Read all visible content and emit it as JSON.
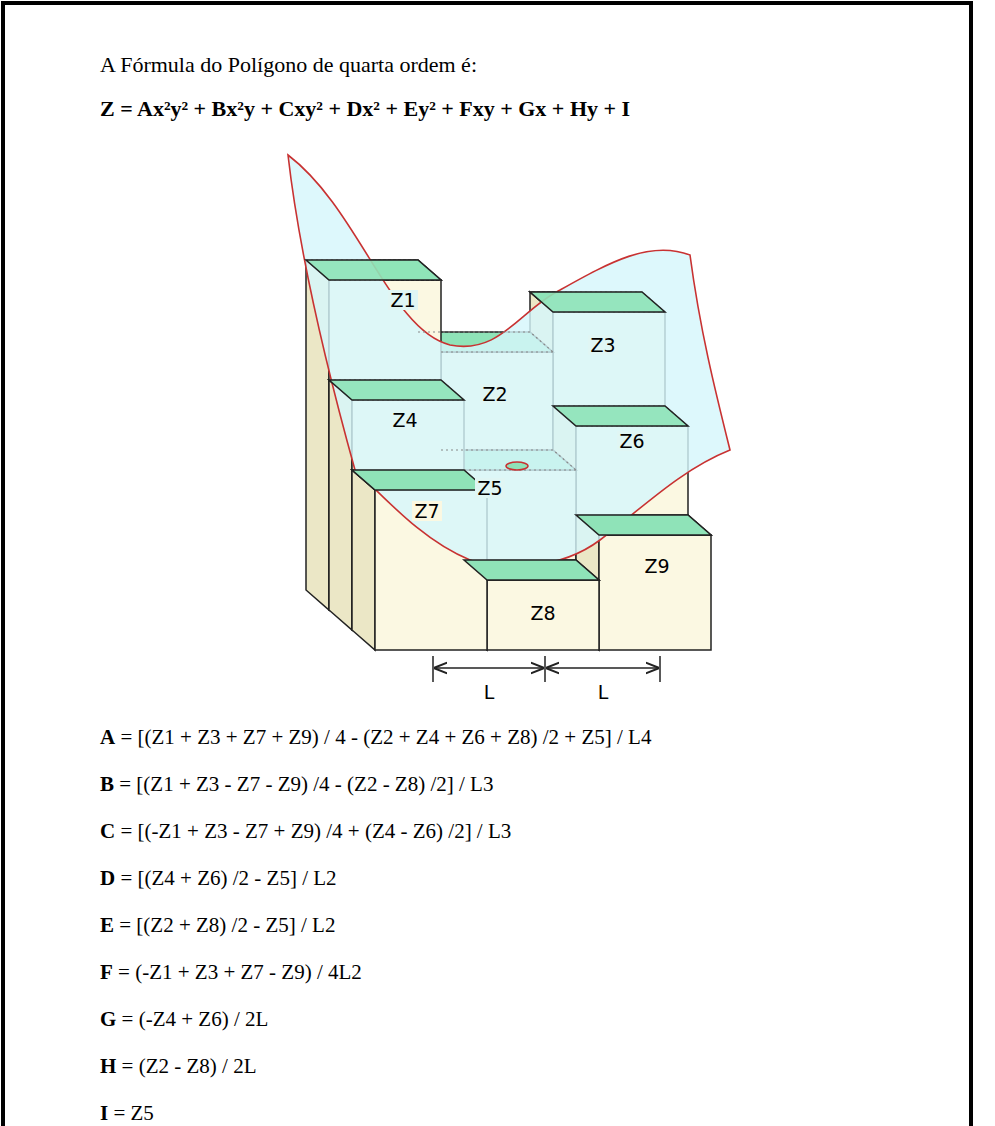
{
  "diagram": {
    "title": "A Fórmula do Polígono de quarta ordem é:",
    "labels": [
      "Z = Ax²y² + Bx²y + Cxy² + Dx² + Ey² + Fxy + Gx + Hy + I",
      "Z1",
      "Z3",
      "Z2",
      "Z4",
      "Z6",
      "Z5",
      "Z7",
      "Z9",
      "Z8",
      "L",
      "L",
      "A = [(Z1 + Z3 + Z7 + Z9) / 4 - (Z2 + Z4 + Z6 + Z8) /2 + Z5] / L4",
      "B = [(Z1 + Z3 - Z7 - Z9) /4 - (Z2 - Z8) /2] / L3",
      "C = [(-Z1 + Z3 - Z7 + Z9) /4 + (Z4 - Z6) /2] / L3",
      "D = [(Z4 + Z6) /2 - Z5] / L2",
      "E = [(Z2 + Z8) /2 - Z5] / L2",
      "F = (-Z1 + Z3 + Z7 - Z9) / 4L2",
      "G = (-Z4 + Z6) / 2L",
      "H = (Z2 - Z8) / 2L",
      "I = Z5"
    ]
  }
}
